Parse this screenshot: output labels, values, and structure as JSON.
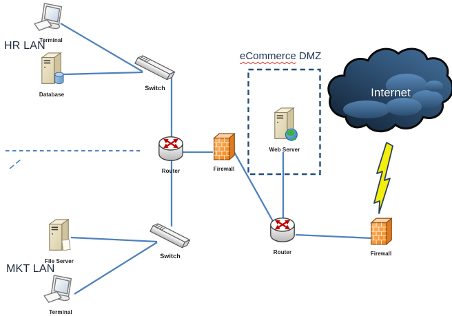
{
  "zones": {
    "hr_lan": {
      "label": "HR LAN"
    },
    "mkt_lan": {
      "label": "MKT LAN"
    },
    "dmz": {
      "word1": "eCommerce",
      "word2": "DMZ"
    },
    "internet": {
      "label": "Internet"
    }
  },
  "nodes": {
    "terminal_hr": {
      "label": "Terminal",
      "icon": "terminal-icon"
    },
    "database": {
      "label": "Database",
      "icon": "tower-server-database-icon"
    },
    "switch_hr": {
      "label": "Switch",
      "icon": "switch-icon"
    },
    "router_core": {
      "label": "Router",
      "icon": "router-icon"
    },
    "firewall_inner": {
      "label": "Firewall",
      "icon": "firewall-icon"
    },
    "web_server": {
      "label": "Web Server",
      "icon": "tower-server-globe-icon"
    },
    "router_edge": {
      "label": "Router",
      "icon": "router-icon"
    },
    "firewall_outer": {
      "label": "Firewall",
      "icon": "firewall-icon"
    },
    "switch_mkt": {
      "label": "Switch",
      "icon": "switch-icon"
    },
    "file_server": {
      "label": "File Server",
      "icon": "tower-server-file-icon"
    },
    "terminal_mkt": {
      "label": "Terminal",
      "icon": "terminal-icon"
    }
  },
  "edges": [
    {
      "from": "terminal_hr",
      "to": "switch_hr"
    },
    {
      "from": "database",
      "to": "switch_hr"
    },
    {
      "from": "switch_hr",
      "to": "router_core"
    },
    {
      "from": "router_core",
      "to": "firewall_inner"
    },
    {
      "from": "router_core",
      "to": "switch_mkt"
    },
    {
      "from": "firewall_inner",
      "to": "router_edge"
    },
    {
      "from": "web_server",
      "to": "router_edge"
    },
    {
      "from": "router_edge",
      "to": "firewall_outer"
    },
    {
      "from": "firewall_outer",
      "to": "internet",
      "style": "lightning-bolt"
    },
    {
      "from": "file_server",
      "to": "switch_mkt"
    },
    {
      "from": "switch_mkt",
      "to": "terminal_mkt"
    }
  ],
  "colors": {
    "connector": "#4f81bd",
    "dmz_dash": "#1f4e79",
    "zone_text": "#1c2a3a",
    "firewall_orange": "#f79646",
    "cloud_navy": "#223950",
    "lightning_yellow": "#f5ee0c",
    "spellcheck_underline": "#e03a2e"
  }
}
